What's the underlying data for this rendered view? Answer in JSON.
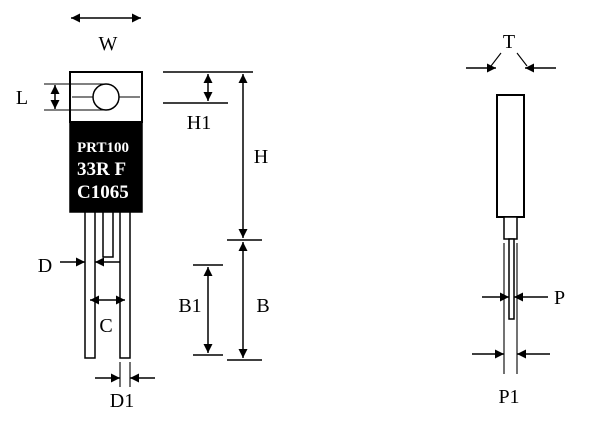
{
  "marking": {
    "line1": "PRT100",
    "line2": "33R F",
    "line3": "C1065"
  },
  "labels": {
    "W": "W",
    "L": "L",
    "H1": "H1",
    "H": "H",
    "B1": "B1",
    "B": "B",
    "C": "C",
    "D": "D",
    "D1": "D1",
    "T": "T",
    "P": "P",
    "P1": "P1"
  },
  "colors": {
    "line": "#000000",
    "body_fill": "#000000",
    "marking_text": "#ffffff",
    "background": "#ffffff"
  }
}
